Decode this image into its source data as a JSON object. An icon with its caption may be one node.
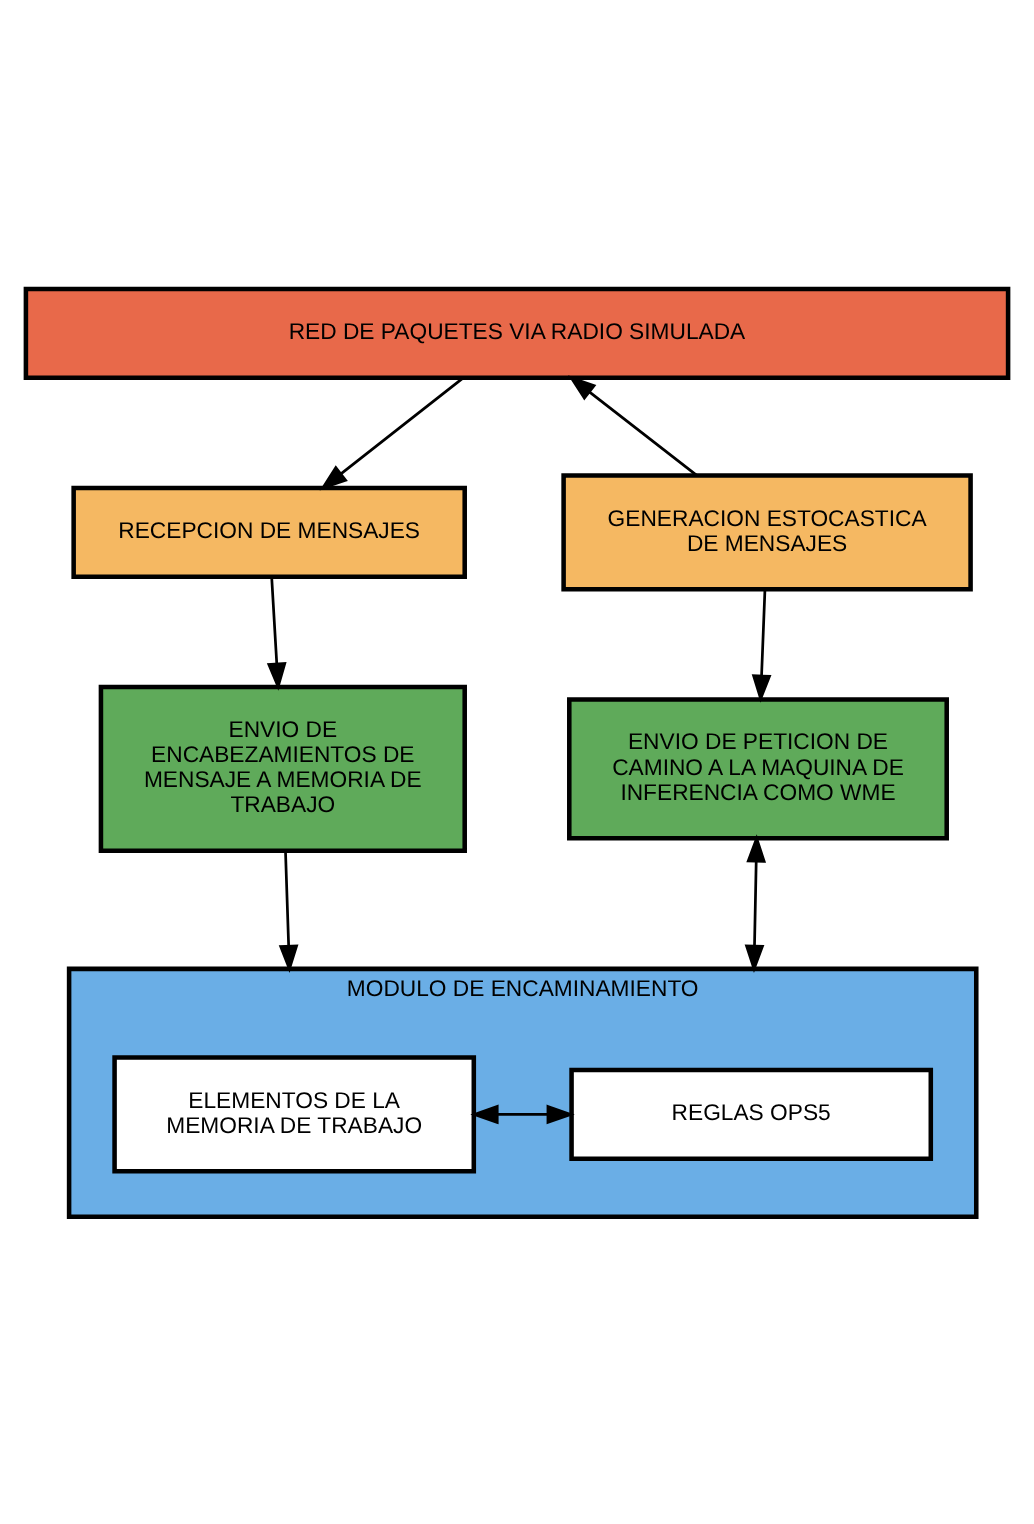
{
  "diagram": {
    "nodes": [
      {
        "text": [
          "RED DE PAQUETES VIA RADIO SIMULADA"
        ]
      },
      {
        "text": [
          "RECEPCION DE MENSAJES"
        ]
      },
      {
        "text": [
          "GENERACION ESTOCASTICA DE MENSAJES"
        ]
      },
      {
        "text": [
          "ENVIO DE ENCABEZAMIENTOS DE MENSAJE A MEMORIA DE TRABAJO"
        ]
      },
      {
        "text": [
          "ENVIO DE PETICION DE CAMINO A LA MAQUINA DE INFERENCIA COMO WME"
        ]
      },
      {
        "text": [
          "MODULO DE ENCAMINAMIENTO"
        ]
      },
      {
        "text": [
          "ELEMENTOS DE LA MEMORIA DE TRABAJO"
        ],
        "in": 5
      },
      {
        "text": [
          "REGLAS OPS5"
        ],
        "in": 5
      }
    ],
    "edges": [
      {
        "from": 0,
        "to": 1,
        "arrow": "to"
      },
      {
        "from": 2,
        "to": 0,
        "arrow": "to"
      },
      {
        "from": 1,
        "to": 3,
        "arrow": "to"
      },
      {
        "from": 2,
        "to": 4,
        "arrow": "to"
      },
      {
        "from": 3,
        "to": 5,
        "arrow": "to"
      },
      {
        "from": 4,
        "to": 5,
        "arrow": "both"
      },
      {
        "from": 6,
        "to": 7,
        "arrow": "both"
      }
    ]
  }
}
